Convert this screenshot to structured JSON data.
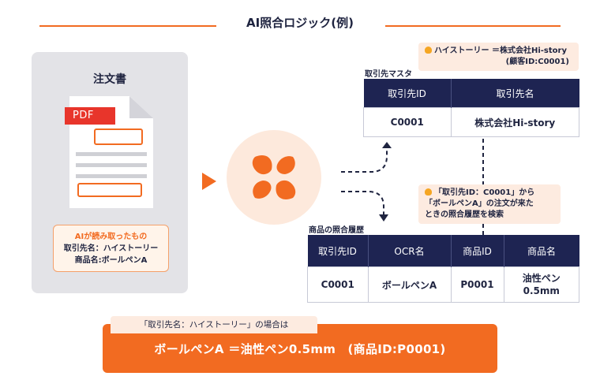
{
  "title": "AI照合ロジック(例)",
  "document": {
    "title": "注文書",
    "file_badge": "PDF",
    "ai_read": {
      "title": "AIが読み取ったもの",
      "line1": "取引先名：ハイストーリー",
      "line2": "商品名:ボールペンA"
    }
  },
  "colors": {
    "accent": "#f26b21",
    "navy": "#1e2452",
    "pdf_red": "#e8352b",
    "callout_bg": "#fdebe0"
  },
  "supplier_master": {
    "caption": "取引先マスタ",
    "callout_line1": "ハイストーリー ＝株式会社Hi-story",
    "callout_line2": "(顧客ID:C0001)",
    "headers": [
      "取引先ID",
      "取引先名"
    ],
    "rows": [
      [
        "C0001",
        "株式会社Hi-story"
      ]
    ]
  },
  "history": {
    "caption": "商品の照合履歴",
    "callout_line1": "「取引先ID：C0001」から",
    "callout_line2": "「ボールペンA」の注文が来た",
    "callout_line3": "ときの照合履歴を検索",
    "headers": [
      "取引先ID",
      "OCR名",
      "商品ID",
      "商品名"
    ],
    "rows": [
      [
        "C0001",
        "ボールペンA",
        "P0001",
        "油性ペン\n0.5mm"
      ]
    ]
  },
  "result": {
    "condition": "「取引先名：ハイストーリー」の場合は",
    "text": "ボールペンA ＝油性ペン0.5mm　(商品ID:P0001)"
  }
}
